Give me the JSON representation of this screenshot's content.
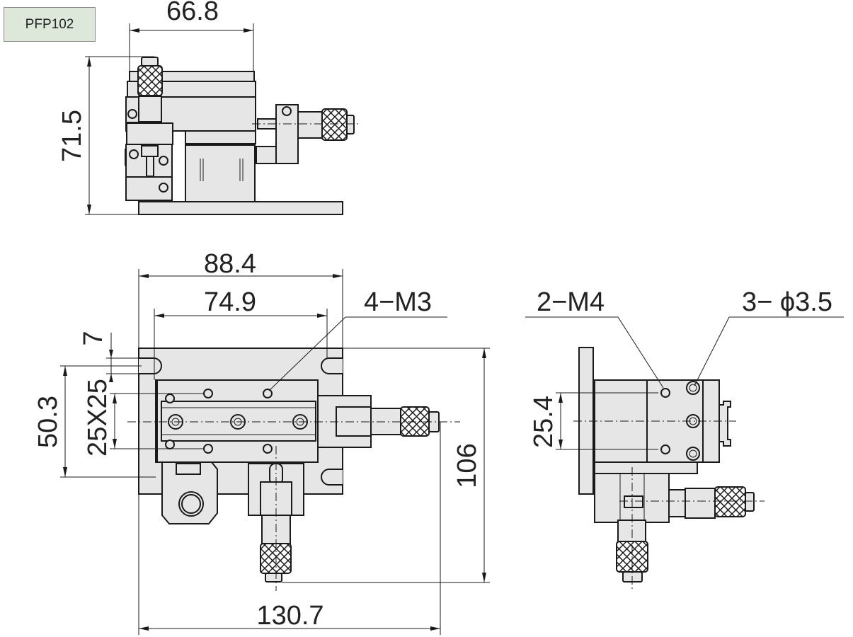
{
  "model_label": "PFP102",
  "dimensions": {
    "top_width": "66.8",
    "top_height": "71.5",
    "plan_outer_width": "88.4",
    "plan_inner_width": "74.9",
    "plan_slot": "7",
    "plan_slot_span": "50.3",
    "plan_hole_grid": "25X25",
    "plan_depth": "106",
    "plan_total_width": "130.7",
    "side_hole_span": "25.4"
  },
  "callouts": {
    "top_tapped_holes": "4−M3",
    "side_tapped_holes": "2−M4",
    "side_through_holes": "3− ϕ3.5"
  },
  "colors": {
    "part_fill": "#e6e6e6",
    "label_fill": "#dde8da",
    "line": "#1a1a1a"
  }
}
